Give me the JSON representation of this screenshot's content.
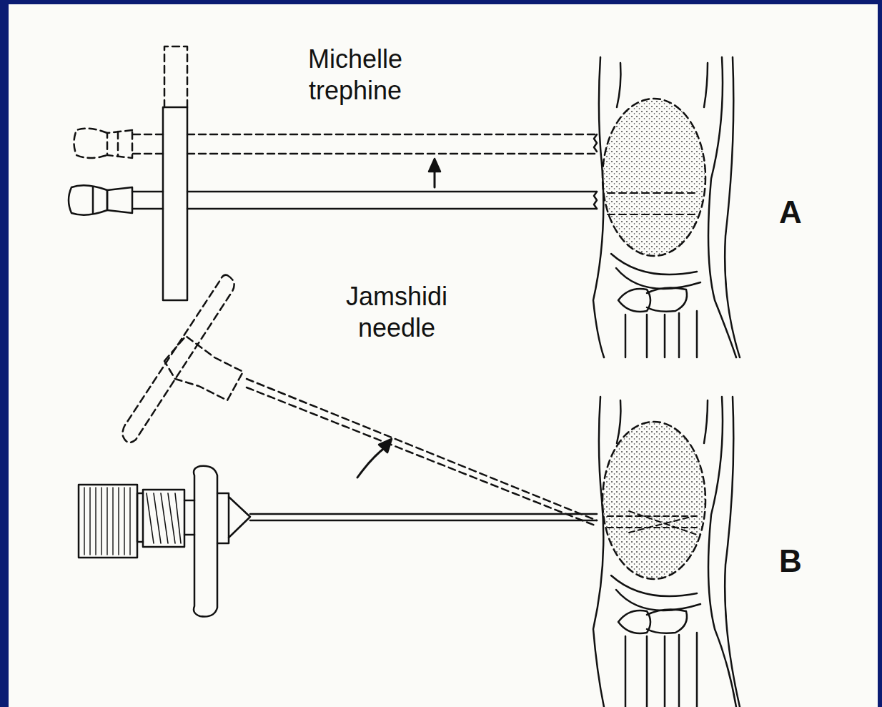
{
  "diagram": {
    "labels": [
      "Michelle trephine",
      "A",
      "Jamshidi needle",
      "B"
    ]
  }
}
